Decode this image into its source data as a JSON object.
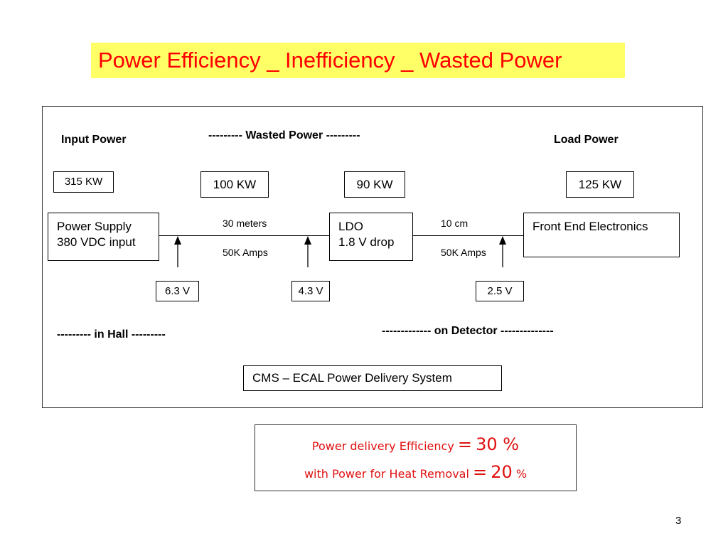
{
  "slide": {
    "title": "Power Efficiency _ Inefficiency _ Wasted Power",
    "page_number": "3"
  },
  "diagram": {
    "headings": {
      "input_power": "Input Power",
      "wasted_power": "--------- Wasted Power ---------",
      "load_power": "Load Power",
      "in_hall": "--------- in Hall ---------",
      "on_detector": "------------- on Detector --------------"
    },
    "power_values": {
      "input": "315 KW",
      "wasted_cable": "100 KW",
      "wasted_ldo": "90 KW",
      "load": "125 KW"
    },
    "stages": {
      "power_supply": {
        "line1": "Power Supply",
        "line2": "380 VDC input"
      },
      "ldo": {
        "line1": "LDO",
        "line2": "1.8 V drop"
      },
      "front_end": {
        "line1": "Front End Electronics"
      }
    },
    "wires": {
      "cable1_length": "30 meters",
      "cable1_current": "50K Amps",
      "cable2_length": "10 cm",
      "cable2_current": "50K Amps"
    },
    "voltages": {
      "v1": "6.3 V",
      "v2": "4.3 V",
      "v3": "2.5 V"
    },
    "caption": "CMS – ECAL Power Delivery System"
  },
  "efficiency": {
    "line1_text": "Power delivery Efficiency",
    "line1_eq": "=",
    "line1_value": "30 %",
    "line2_text": "with Power for Heat Removal",
    "line2_eq": "=",
    "line2_value": "20",
    "line2_unit": "%"
  }
}
